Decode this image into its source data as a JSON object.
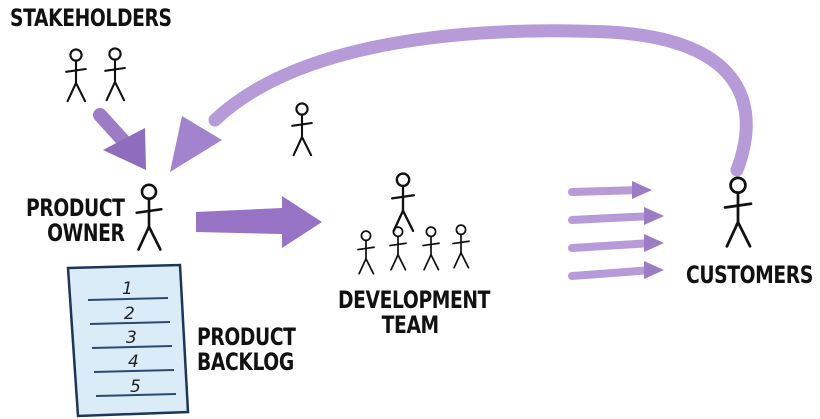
{
  "labels": {
    "stakeholders": "STAKEHOLDERS",
    "product_owner": [
      "PRODUCT",
      "OWNER"
    ],
    "development_team": [
      "DEVELOPMENT",
      "TEAM"
    ],
    "product_backlog": [
      "PRODUCT",
      "BACKLOG"
    ],
    "customers": "CUSTOMERS"
  },
  "backlog_items": [
    "1",
    "2",
    "3",
    "4",
    "5"
  ],
  "colors": {
    "arrow": "#9b7cc5",
    "arrow_light": "#c6b3e1",
    "ink": "#111111",
    "backlog_paper": "#d9ecf7",
    "backlog_lines": "#2c4a6e"
  },
  "icons": [
    "stick-figure-icon",
    "arrow-icon",
    "backlog-sheet-icon"
  ]
}
